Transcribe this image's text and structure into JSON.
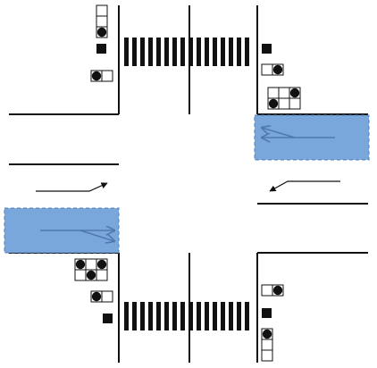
{
  "colors": {
    "line": "#111111",
    "lane_fill": "#7aa7db",
    "lane_stroke": "#4f7fb4",
    "arrow_in_lane": "#4f78b0",
    "lamp_on": "#111111",
    "lamp_off": "#ffffff",
    "background": "#ffffff"
  },
  "crosswalks": [
    {
      "name": "crosswalk-north",
      "stripes": 16
    },
    {
      "name": "crosswalk-south",
      "stripes": 16
    }
  ],
  "signals": [
    {
      "name": "signal-north-west-pedestrian",
      "cells": [
        "off",
        "off",
        "on"
      ]
    },
    {
      "name": "signal-north-west-stop",
      "cells": [
        "on"
      ]
    },
    {
      "name": "signal-north-west-vehicle",
      "cells": [
        "on",
        "off"
      ]
    },
    {
      "name": "signal-north-east-stop",
      "cells": [
        "on"
      ]
    },
    {
      "name": "signal-north-east-vehicle",
      "cells": [
        "off",
        "on"
      ]
    },
    {
      "name": "signal-north-east-cluster",
      "cells": [
        "off",
        "off",
        "on",
        "on",
        "off",
        "off"
      ]
    },
    {
      "name": "signal-south-west-cluster",
      "cells": [
        "on",
        "off",
        "on",
        "off",
        "on",
        "off"
      ]
    },
    {
      "name": "signal-south-west-vehicle",
      "cells": [
        "on",
        "off"
      ]
    },
    {
      "name": "signal-south-west-stop",
      "cells": [
        "on"
      ]
    },
    {
      "name": "signal-south-east-vehicle",
      "cells": [
        "off",
        "on"
      ]
    },
    {
      "name": "signal-south-east-stop",
      "cells": [
        "on"
      ]
    },
    {
      "name": "signal-south-east-pedestrian",
      "cells": [
        "on",
        "off",
        "off"
      ]
    }
  ],
  "lanes": [
    {
      "name": "highlighted-lane-east",
      "direction": "left",
      "arrows": 2
    },
    {
      "name": "highlighted-lane-west",
      "direction": "right",
      "arrows": 2
    }
  ],
  "turn_arrows": [
    {
      "name": "turn-arrow-west-approach",
      "direction": "right-then-up"
    },
    {
      "name": "turn-arrow-east-approach",
      "direction": "left-then-down"
    }
  ]
}
